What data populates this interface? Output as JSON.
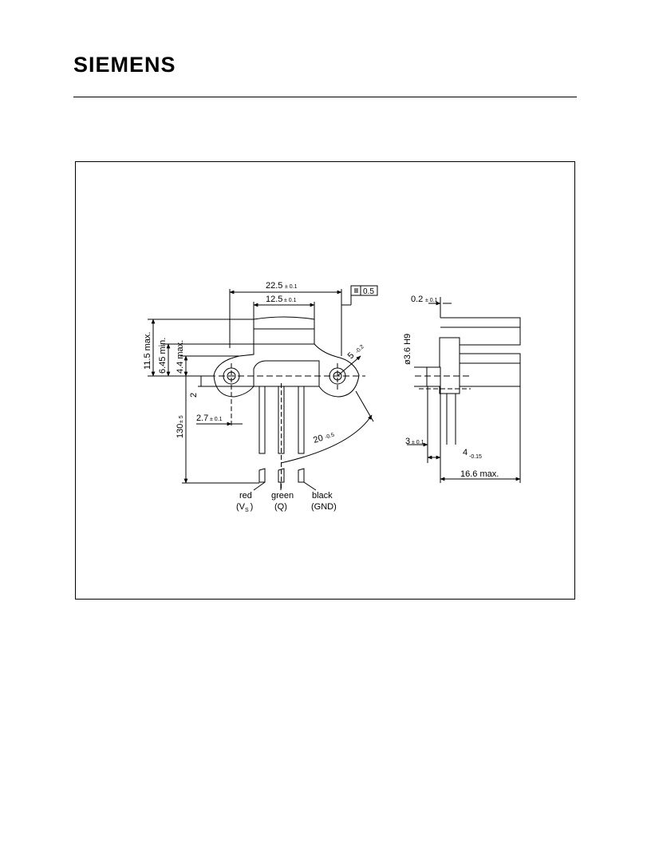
{
  "header": {
    "brand": "SIEMENS"
  },
  "front_view": {
    "dim_width": "22.5",
    "dim_width_tol": "± 0.1",
    "dim_body": "12.5",
    "dim_body_tol": "± 0.1",
    "flatness_value": "0.5",
    "dim_height_max": "11.5 max.",
    "dim_height_min": "6.45 min.",
    "dim_mid_max": "4.4 max.",
    "dim_hole_offset": "2",
    "dim_radius": "5",
    "dim_radius_tol": "-0.2",
    "dim_pitch": "2.7",
    "dim_pitch_tol": "± 0.1",
    "dim_arc": "20",
    "dim_arc_tol": "-0.5",
    "dim_lead_length": "130",
    "dim_lead_length_tol": "± 5"
  },
  "side_view": {
    "dim_gap": "0.2",
    "dim_gap_tol": "± 0.1",
    "dim_hole": "ø3.6 H9",
    "dim_three": "3",
    "dim_three_tol": "± 0.1",
    "dim_four": "4",
    "dim_four_tol": "-0.15",
    "dim_total": "16.6 max."
  },
  "wires": [
    {
      "color": "red",
      "label_pre": "(V",
      "label_sub": "S",
      "label_post": ")"
    },
    {
      "color": "green",
      "label": "(Q)"
    },
    {
      "color": "black",
      "label": "(GND)"
    }
  ]
}
